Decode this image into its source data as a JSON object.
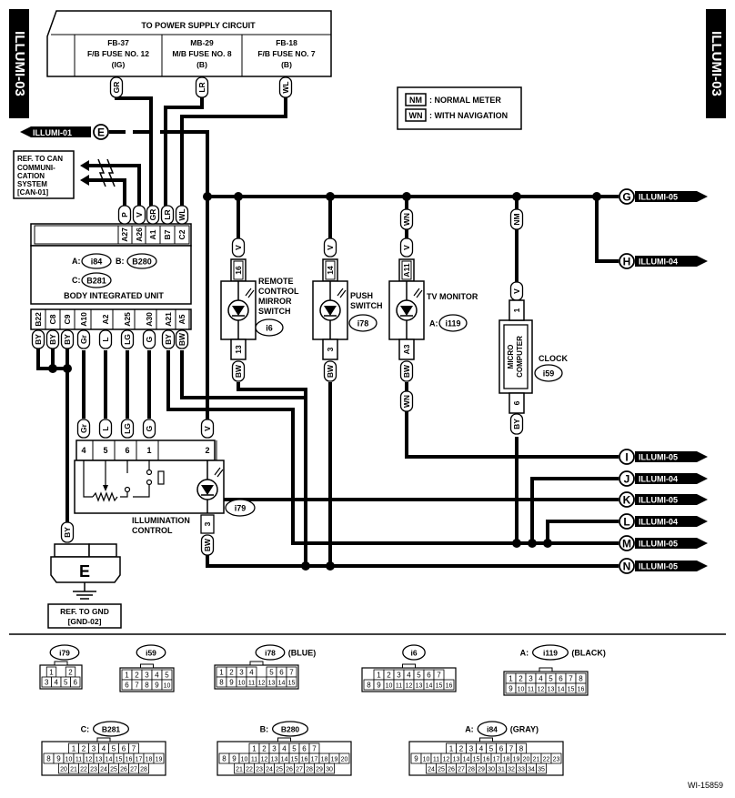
{
  "side_tab": "ILLUMI-03",
  "power_supply": {
    "title": "TO POWER SUPPLY CIRCUIT",
    "fuses": [
      {
        "l1": "FB-37",
        "l2": "F/B FUSE NO. 12",
        "l3": "(IG)"
      },
      {
        "l1": "MB-29",
        "l2": "M/B FUSE NO. 8",
        "l3": "(B)"
      },
      {
        "l1": "FB-18",
        "l2": "F/B FUSE NO. 7",
        "l3": "(B)"
      }
    ],
    "wires": [
      "GR",
      "LR",
      "WL"
    ]
  },
  "legend": {
    "items": [
      {
        "code": "NM",
        "text": ": NORMAL METER"
      },
      {
        "code": "WN",
        "text": ": WITH NAVIGATION"
      }
    ]
  },
  "ref_can": {
    "lines": [
      "REF. TO CAN",
      "COMMUNI-",
      "CATION",
      "SYSTEM",
      "[CAN-01]"
    ]
  },
  "ref_gnd": {
    "lines": [
      "REF. TO GND",
      "[GND-02]"
    ]
  },
  "ground_letter": "E",
  "connector_e_letter": "E",
  "illumi_01": "ILLUMI-01",
  "bus_labels": [
    {
      "letter": "G",
      "text": "ILLUMI-05"
    },
    {
      "letter": "H",
      "text": "ILLUMI-04"
    },
    {
      "letter": "I",
      "text": "ILLUMI-05"
    },
    {
      "letter": "J",
      "text": "ILLUMI-04"
    },
    {
      "letter": "K",
      "text": "ILLUMI-05"
    },
    {
      "letter": "L",
      "text": "ILLUMI-04"
    },
    {
      "letter": "M",
      "text": "ILLUMI-05"
    },
    {
      "letter": "N",
      "text": "ILLUMI-05"
    }
  ],
  "biu": {
    "title": "BODY INTEGRATED UNIT",
    "conn_a_label": "A:",
    "conn_a": "i84",
    "conn_b_label": "B:",
    "conn_b": "B280",
    "conn_c_label": "C:",
    "conn_c": "B281",
    "top_pins": [
      "A27",
      "A26",
      "A1",
      "B7",
      "C2"
    ],
    "top_wires": [
      "P",
      "V",
      "GR",
      "LR",
      "WL"
    ],
    "bottom_pins": [
      "B22",
      "C8",
      "C9",
      "A10",
      "A2",
      "A25",
      "A30",
      "A21",
      "A5"
    ],
    "bottom_wires": [
      "BY",
      "BY",
      "BY",
      "Gr",
      "L",
      "LG",
      "G",
      "BY",
      "BW"
    ]
  },
  "illum_control": {
    "name_l1": "ILLUMINATION",
    "name_l2": "CONTROL",
    "conn": "i79",
    "pins": [
      "4",
      "5",
      "6",
      "1",
      "2"
    ],
    "wires": [
      "Gr",
      "L",
      "LG",
      "G",
      "V"
    ],
    "bottom_pin": "3",
    "bottom_wire": "BW",
    "ground_wire": "BY"
  },
  "remote_mirror": {
    "name": [
      "REMOTE",
      "CONTROL",
      "MIRROR",
      "SWITCH"
    ],
    "conn": "i6",
    "top_pin": "16",
    "bottom_pin": "13",
    "top_wire": "V",
    "bottom_wire": "BW"
  },
  "push_switch": {
    "name": [
      "PUSH",
      "SWITCH"
    ],
    "conn": "i78",
    "top_pin": "14",
    "bottom_pin": "3",
    "top_wire": "V",
    "bottom_wire": "BW"
  },
  "tv_monitor": {
    "name": "TV MONITOR",
    "conn_label": "A:",
    "conn": "i119",
    "top_pin": "A11",
    "bottom_pin": "A3",
    "top_wire": "V",
    "bottom_wire": "BW",
    "top_code": "WN",
    "bottom_code": "WN"
  },
  "clock": {
    "name": "CLOCK",
    "conn": "i59",
    "micro_l1": "MICRO",
    "micro_l2": "COMPUTER",
    "top_pin": "1",
    "bottom_pin": "6",
    "top_wire": "V",
    "bottom_wire": "BY",
    "code": "NM"
  },
  "connector_views": {
    "i79": {
      "label": "i79",
      "rows": [
        [
          "1",
          "",
          "2"
        ],
        [
          "3",
          "4",
          "5",
          "6"
        ]
      ]
    },
    "i59": {
      "label": "i59",
      "rows": [
        [
          "1",
          "2",
          "3",
          "4",
          "5"
        ],
        [
          "6",
          "7",
          "8",
          "9",
          "10"
        ]
      ]
    },
    "i78": {
      "label": "i78",
      "note": "(BLUE)",
      "rows": [
        [
          "1",
          "2",
          "3",
          "4",
          "",
          "5",
          "6",
          "7"
        ],
        [
          "8",
          "9",
          "10",
          "11",
          "12",
          "13",
          "14",
          "15"
        ]
      ]
    },
    "i6": {
      "label": "i6",
      "rows": [
        [
          "1",
          "2",
          "3",
          "4",
          "5",
          "6",
          "7"
        ],
        [
          "8",
          "9",
          "10",
          "11",
          "12",
          "13",
          "14",
          "15",
          "16"
        ]
      ]
    },
    "i119": {
      "prefix": "A:",
      "label": "i119",
      "note": "(BLACK)",
      "rows": [
        [
          "1",
          "2",
          "3",
          "4",
          "5",
          "6",
          "7",
          "8"
        ],
        [
          "9",
          "10",
          "11",
          "12",
          "13",
          "14",
          "15",
          "16"
        ]
      ]
    },
    "B281": {
      "prefix": "C:",
      "label": "B281",
      "rows": [
        [
          "1",
          "2",
          "3",
          "4",
          "5",
          "6",
          "7"
        ],
        [
          "8",
          "9",
          "10",
          "11",
          "12",
          "13",
          "14",
          "15",
          "16",
          "17",
          "18",
          "19"
        ],
        [
          "20",
          "21",
          "22",
          "23",
          "24",
          "25",
          "26",
          "27",
          "28"
        ]
      ]
    },
    "B280": {
      "prefix": "B:",
      "label": "B280",
      "rows": [
        [
          "1",
          "2",
          "3",
          "4",
          "5",
          "6",
          "7"
        ],
        [
          "8",
          "9",
          "10",
          "11",
          "12",
          "13",
          "14",
          "15",
          "16",
          "17",
          "18",
          "19",
          "20"
        ],
        [
          "21",
          "22",
          "23",
          "24",
          "25",
          "26",
          "27",
          "28",
          "29",
          "30"
        ]
      ]
    },
    "i84": {
      "prefix": "A:",
      "label": "i84",
      "note": "(GRAY)",
      "rows": [
        [
          "1",
          "2",
          "3",
          "4",
          "5",
          "6",
          "7",
          "8"
        ],
        [
          "9",
          "10",
          "11",
          "12",
          "13",
          "14",
          "15",
          "16",
          "17",
          "18",
          "19",
          "20",
          "21",
          "22",
          "23"
        ],
        [
          "24",
          "25",
          "26",
          "27",
          "28",
          "29",
          "30",
          "31",
          "32",
          "33",
          "34",
          "35"
        ]
      ]
    }
  },
  "figure_id": "WI-15859"
}
